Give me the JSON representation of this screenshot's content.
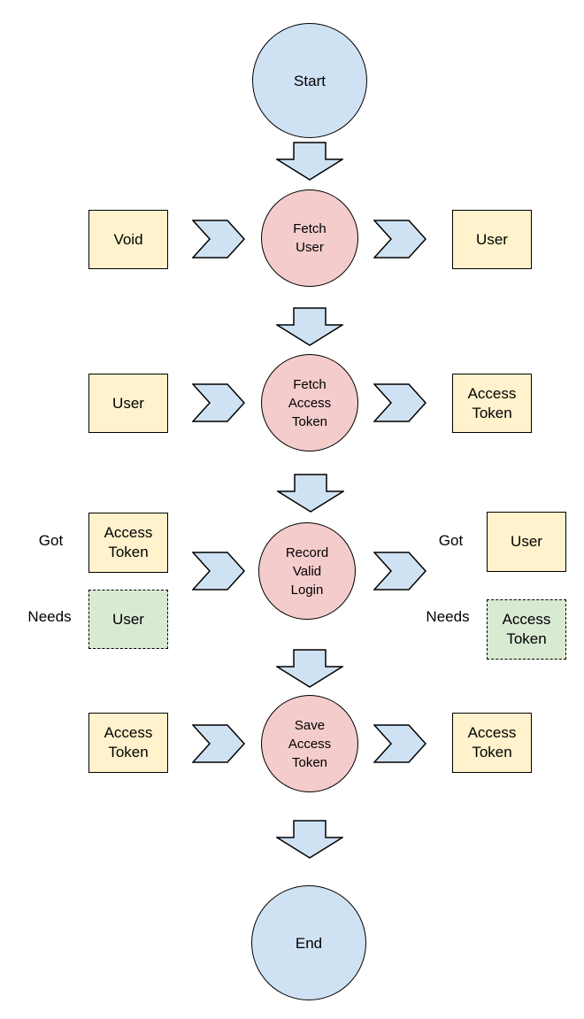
{
  "flowchart": {
    "nodes": {
      "start": "Start",
      "end": "End",
      "row1": {
        "left": "Void",
        "center": "Fetch User",
        "right": "User"
      },
      "row2": {
        "left": "User",
        "center": "Fetch Access Token",
        "right": "Access Token"
      },
      "row3": {
        "left_got_label": "Got",
        "left_got": "Access Token",
        "left_needs_label": "Needs",
        "left_needs": "User",
        "center": "Record Valid Login",
        "right_got_label": "Got",
        "right_got": "User",
        "right_needs_label": "Needs",
        "right_needs": "Access Token"
      },
      "row4": {
        "left": "Access Token",
        "center": "Save Access Token",
        "right": "Access Token"
      }
    },
    "colors": {
      "terminal_fill": "#cfe2f3",
      "step_fill": "#f4cccc",
      "data_fill": "#fff2cc",
      "needs_fill": "#d9ead3",
      "arrow_fill": "#cfe2f3",
      "border": "#000000"
    },
    "icons": {
      "flow_right": "chevron-right-arrow",
      "flow_down": "block-down-arrow"
    }
  }
}
